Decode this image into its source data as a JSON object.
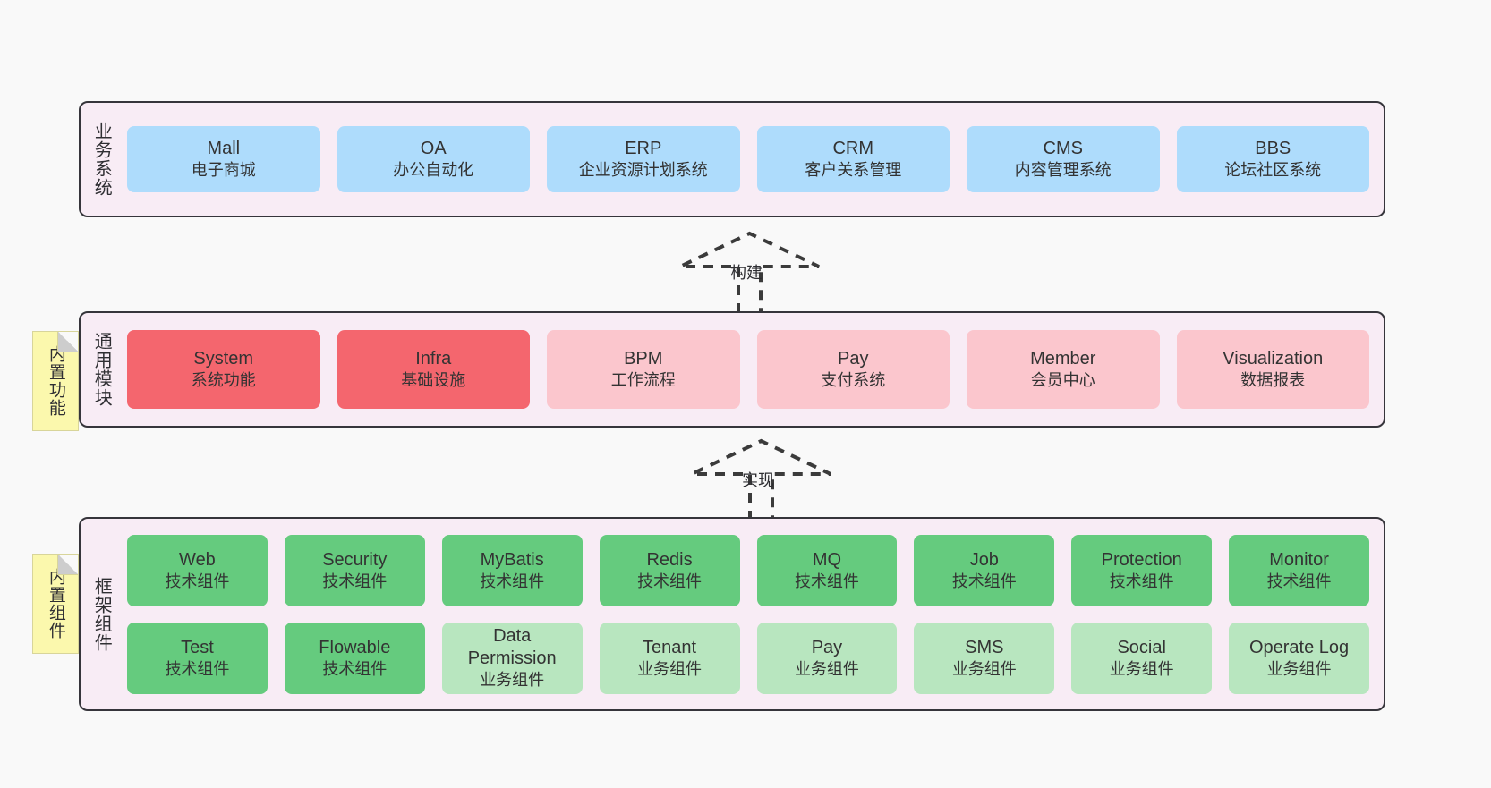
{
  "diagram": {
    "background": "#f9f9f9",
    "layer_bg": "#f8ecf5",
    "layer_border": "#36353b",
    "note_bg": "#fbf8ad",
    "colors": {
      "business_system": "#aedcfc",
      "core_module_active": "#f4666e",
      "core_module": "#fbc6cd",
      "tech_component": "#65cb7e",
      "biz_component": "#b8e6bf"
    }
  },
  "layers": [
    {
      "id": "business",
      "title": "业务系统",
      "rows": [
        [
          {
            "name": "Mall",
            "sub": "电子商城"
          },
          {
            "name": "OA",
            "sub": "办公自动化"
          },
          {
            "name": "ERP",
            "sub": "企业资源计划系统"
          },
          {
            "name": "CRM",
            "sub": "客户关系管理"
          },
          {
            "name": "CMS",
            "sub": "内容管理系统"
          },
          {
            "name": "BBS",
            "sub": "论坛社区系统"
          }
        ]
      ]
    },
    {
      "id": "modules",
      "title": "通用模块",
      "note": "内置功能",
      "rows": [
        [
          {
            "name": "System",
            "sub": "系统功能"
          },
          {
            "name": "Infra",
            "sub": "基础设施"
          },
          {
            "name": "BPM",
            "sub": "工作流程"
          },
          {
            "name": "Pay",
            "sub": "支付系统"
          },
          {
            "name": "Member",
            "sub": "会员中心"
          },
          {
            "name": "Visualization",
            "sub": "数据报表"
          }
        ]
      ]
    },
    {
      "id": "framework",
      "title": "框架组件",
      "note": "内置组件",
      "rows": [
        [
          {
            "name": "Web",
            "sub": "技术组件"
          },
          {
            "name": "Security",
            "sub": "技术组件"
          },
          {
            "name": "MyBatis",
            "sub": "技术组件"
          },
          {
            "name": "Redis",
            "sub": "技术组件"
          },
          {
            "name": "MQ",
            "sub": "技术组件"
          },
          {
            "name": "Job",
            "sub": "技术组件"
          },
          {
            "name": "Protection",
            "sub": "技术组件"
          },
          {
            "name": "Monitor",
            "sub": "技术组件"
          }
        ],
        [
          {
            "name": "Test",
            "sub": "技术组件"
          },
          {
            "name": "Flowable",
            "sub": "技术组件"
          },
          {
            "name": "Data Permission",
            "sub": "业务组件"
          },
          {
            "name": "Tenant",
            "sub": "业务组件"
          },
          {
            "name": "Pay",
            "sub": "业务组件"
          },
          {
            "name": "SMS",
            "sub": "业务组件"
          },
          {
            "name": "Social",
            "sub": "业务组件"
          },
          {
            "name": "Operate Log",
            "sub": "业务组件"
          }
        ]
      ]
    }
  ],
  "connectors": [
    {
      "id": "build",
      "label": "构建",
      "from": "modules",
      "to": "business"
    },
    {
      "id": "impl",
      "label": "实现",
      "from": "framework",
      "to": "modules"
    }
  ]
}
